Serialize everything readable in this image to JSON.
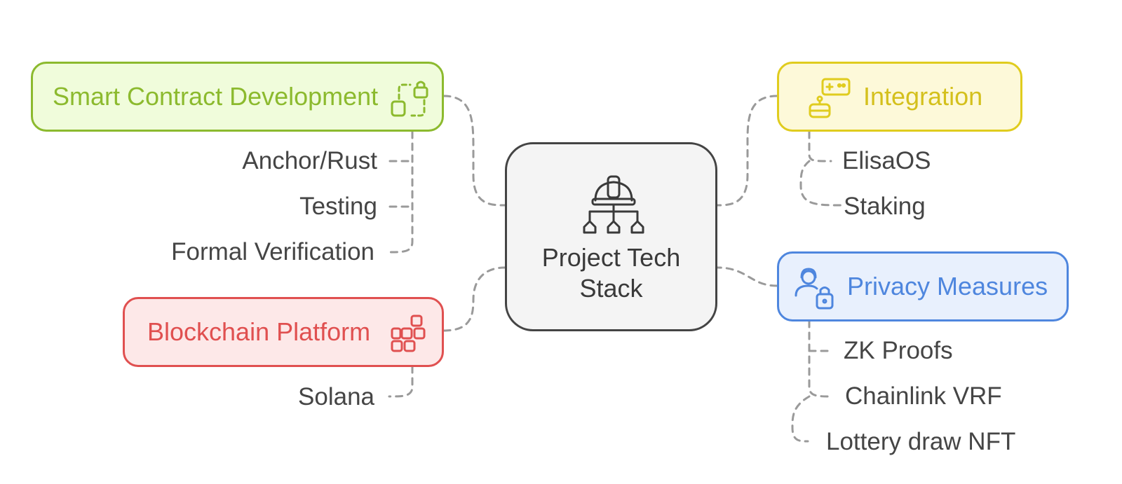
{
  "center": {
    "title": "Project Tech\nStack",
    "icon": "hardhat-hierarchy-icon"
  },
  "colors": {
    "green": "#8cba2e",
    "green_bg": "#f0fcdb",
    "red": "#e05050",
    "red_bg": "#fde8e8",
    "yellow": "#e0cc1e",
    "yellow_bg": "#fdf9d9",
    "blue": "#4e86de",
    "blue_bg": "#e8f0fd",
    "connector": "#9a9a9a",
    "center_border": "#444444"
  },
  "branches": {
    "smart_contract": {
      "label": "Smart Contract Development",
      "icon": "contract-lock-icon",
      "items": [
        "Anchor/Rust",
        "Testing",
        "Formal Verification"
      ]
    },
    "blockchain": {
      "label": "Blockchain Platform",
      "icon": "blocks-grid-icon",
      "items": [
        "Solana"
      ]
    },
    "integration": {
      "label": "Integration",
      "icon": "robot-gamepad-icon",
      "items": [
        "ElisaOS",
        "Staking"
      ]
    },
    "privacy": {
      "label": "Privacy Measures",
      "icon": "user-lock-icon",
      "items": [
        "ZK Proofs",
        "Chainlink VRF",
        "Lottery draw NFT"
      ]
    }
  }
}
